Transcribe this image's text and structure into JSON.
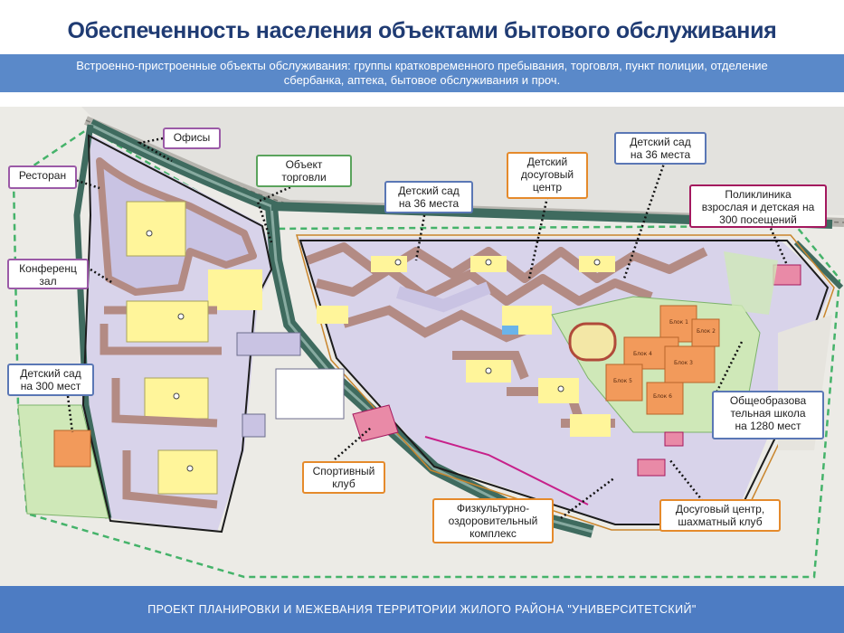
{
  "title": "Обеспеченность населения объектами бытового обслуживания",
  "banner": {
    "line1": "Встроенно-пристроенные объекты обслуживания: группы кратковременного пребывания, торговля, пункт полиции, отделение",
    "line2": "сбербанка, аптека, бытовое обслуживания и проч."
  },
  "labels": {
    "offices": "Офисы",
    "restaurant": "Ресторан",
    "shop": {
      "l1": "Объект",
      "l2": "торговли"
    },
    "conference": {
      "l1": "Конференц",
      "l2": "зал"
    },
    "kg300": {
      "l1": "Детский сад",
      "l2": "на 300 мест"
    },
    "kg36a": {
      "l1": "Детский сад",
      "l2": "на 36 места"
    },
    "leisure": {
      "l1": "Детский",
      "l2": "досуговый",
      "l3": "центр"
    },
    "kg36b": {
      "l1": "Детский сад",
      "l2": "на 36 места"
    },
    "clinic": {
      "l1": "Поликлиника",
      "l2": "взрослая и детская на",
      "l3": "300 посещений"
    },
    "school": {
      "l1": "Общеобразова",
      "l2": "тельная школа",
      "l3": "на 1280 мест"
    },
    "sport": {
      "l1": "Спортивный",
      "l2": "клуб"
    },
    "fitness": {
      "l1": "Физкультурно-",
      "l2": "оздоровительный",
      "l3": "комплекс"
    },
    "chess": {
      "l1": "Досуговый центр,",
      "l2": "шахматный клуб"
    }
  },
  "school_blocks": [
    "Блок 1",
    "Блок 2",
    "Блок 3",
    "Блок 4",
    "Блок 5",
    "Блок 6"
  ],
  "footer": "ПРОЕКТ  ПЛАНИРОВКИ И МЕЖЕВАНИЯ ТЕРРИТОРИИ ЖИЛОГО РАЙОНА \"УНИВЕРСИТЕТСКИЙ\"",
  "colors": {
    "title": "#1f3b73",
    "banner": "#5a89c9",
    "footer": "#4d7cc3",
    "road": "#3f6b5f",
    "block_yellow": "#fff59a",
    "housing": "#c99a8e",
    "courtyard": "#c9c3e3",
    "school": "#f29a5b",
    "sport": "#e98aa7",
    "green": "#cfe8b8"
  }
}
